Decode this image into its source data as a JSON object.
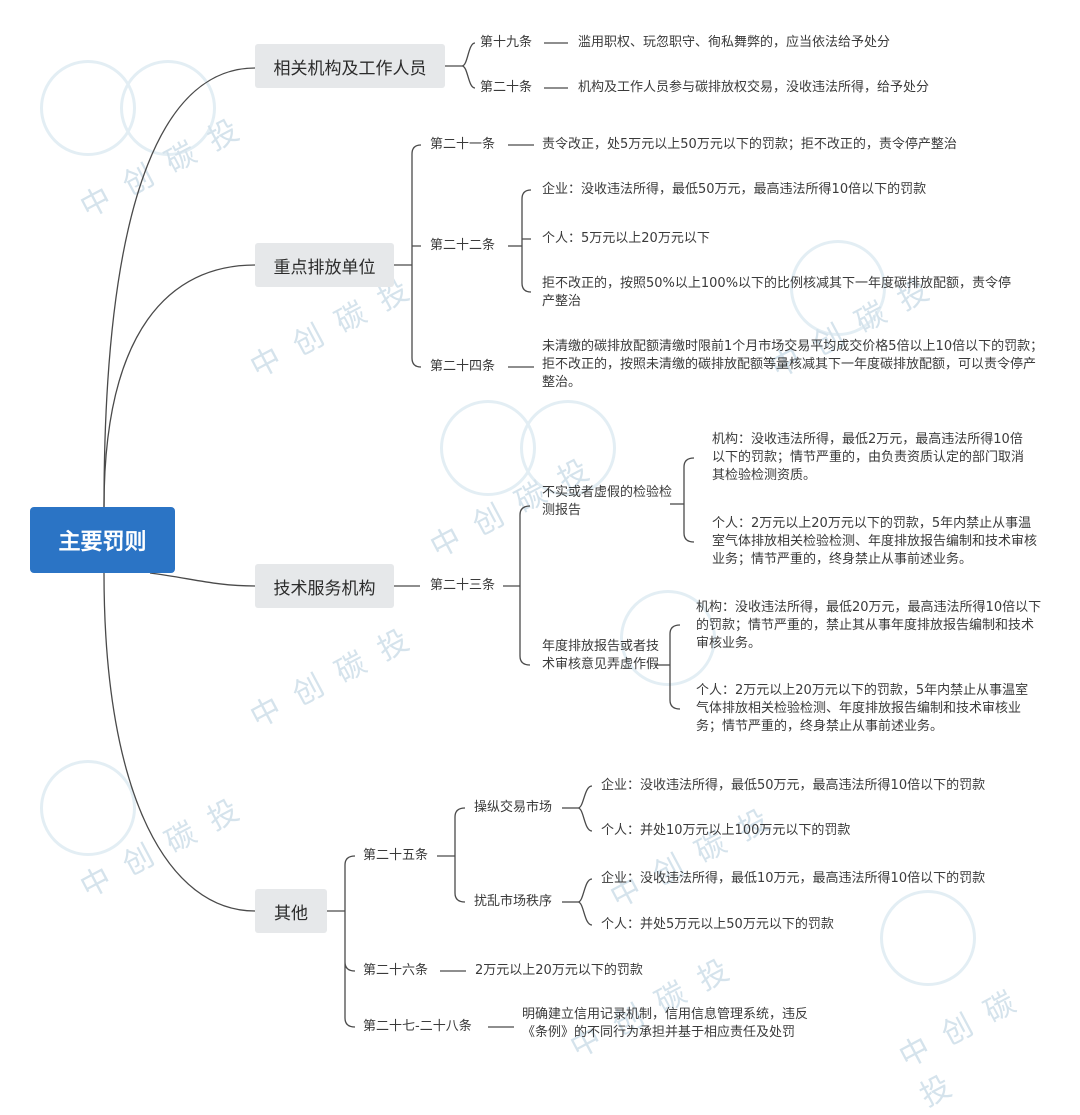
{
  "watermark": {
    "text": "中创碳投"
  },
  "root": {
    "label": "主要罚则"
  },
  "branches": {
    "b1": {
      "label": "相关机构及工作人员",
      "a19": {
        "label": "第十九条",
        "text": "滥用职权、玩忽职守、徇私舞弊的，应当依法给予处分"
      },
      "a20": {
        "label": "第二十条",
        "text": "机构及工作人员参与碳排放权交易，没收违法所得，给予处分"
      }
    },
    "b2": {
      "label": "重点排放单位",
      "a21": {
        "label": "第二十一条",
        "text": "责令改正，处5万元以上50万元以下的罚款；拒不改正的，责令停产整治"
      },
      "a22": {
        "label": "第二十二条",
        "company": "企业：没收违法所得，最低50万元，最高违法所得10倍以下的罚款",
        "person": "个人：5万元以上20万元以下",
        "refuse": "拒不改正的，按照50%以上100%以下的比例核减其下一年度碳排放配额，责令停产整治"
      },
      "a24": {
        "label": "第二十四条",
        "text": "未清缴的碳排放配额清缴时限前1个月市场交易平均成交价格5倍以上10倍以下的罚款；拒不改正的，按照未清缴的碳排放配额等量核减其下一年度碳排放配额，可以责令停产整治。"
      }
    },
    "b3": {
      "label": "技术服务机构",
      "a23": {
        "label": "第二十三条",
        "c1": {
          "label": "不实或者虚假的检验检测报告",
          "org": "机构：没收违法所得，最低2万元，最高违法所得10倍以下的罚款；情节严重的，由负责资质认定的部门取消其检验检测资质。",
          "person": "个人：2万元以上20万元以下的罚款，5年内禁止从事温室气体排放相关检验检测、年度排放报告编制和技术审核业务；情节严重的，终身禁止从事前述业务。"
        },
        "c2": {
          "label": "年度排放报告或者技术审核意见弄虚作假",
          "org": "机构：没收违法所得，最低20万元，最高违法所得10倍以下的罚款；情节严重的，禁止其从事年度排放报告编制和技术审核业务。",
          "person": "个人：2万元以上20万元以下的罚款，5年内禁止从事温室气体排放相关检验检测、年度排放报告编制和技术审核业务；情节严重的，终身禁止从事前述业务。"
        }
      }
    },
    "b4": {
      "label": "其他",
      "a25": {
        "label": "第二十五条",
        "m1": {
          "label": "操纵交易市场",
          "company": "企业：没收违法所得，最低50万元，最高违法所得10倍以下的罚款",
          "person": "个人：并处10万元以上100万元以下的罚款"
        },
        "m2": {
          "label": "扰乱市场秩序",
          "company": "企业：没收违法所得，最低10万元，最高违法所得10倍以下的罚款",
          "person": "个人：并处5万元以上50万元以下的罚款"
        }
      },
      "a26": {
        "label": "第二十六条",
        "text": "2万元以上20万元以下的罚款"
      },
      "a2728": {
        "label": "第二十七-二十八条",
        "text": "明确建立信用记录机制，信用信息管理系统，违反《条例》的不同行为承担并基于相应责任及处罚"
      }
    }
  },
  "colors": {
    "root": "#2b74c5",
    "l1": "#e6e8ea",
    "line": "#4a4a4a",
    "text": "#3a3a3a"
  }
}
